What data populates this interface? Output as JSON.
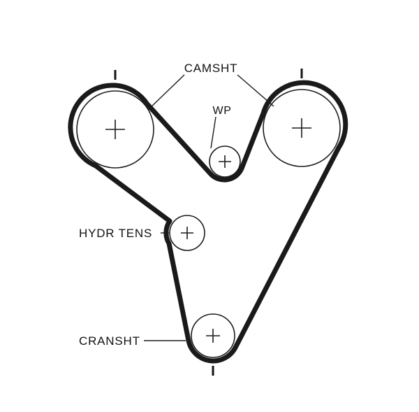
{
  "diagram": {
    "labels": {
      "camshaft": "CAMSHT",
      "water_pump": "WP",
      "hydraulic_tensioner": "HYDR TENS",
      "crankshaft": "CRANSHT"
    },
    "colors": {
      "belt": "#1a1a1a",
      "line": "#1c1c1c",
      "background": "#ffffff"
    }
  }
}
